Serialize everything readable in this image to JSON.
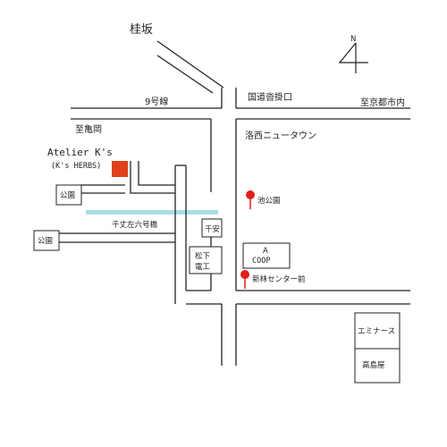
{
  "map": {
    "roads": {
      "katsurazaka": "桂坂",
      "route9": "9号線",
      "to_kameoka": "至亀岡",
      "kokudo_kutsukake": "国道沓掛口",
      "to_kyoto_city": "至京都市内",
      "rakusai_newtown": "洛西ニュータウン"
    },
    "shop": {
      "name": "Atelier K's",
      "subname": "(K's HERBS)",
      "color": "#e0401a"
    },
    "places": {
      "park_left_upper": "公園",
      "park_left_lower": "公園",
      "bridge": "千丈左六号橋",
      "senan": "千安",
      "matsushita_1": "松下",
      "matsushita_2": "電工",
      "coop_mark": "A",
      "coop": "COOP",
      "ikekouen": "池公園",
      "shinbayashi_center": "新林センター前",
      "eminence": "エミナース",
      "takashimaya": "高島屋"
    },
    "compass": {
      "letter": "N"
    },
    "colors": {
      "road_outline": "#222222",
      "river": "#a8dde6",
      "pin": "#e0201a"
    }
  }
}
